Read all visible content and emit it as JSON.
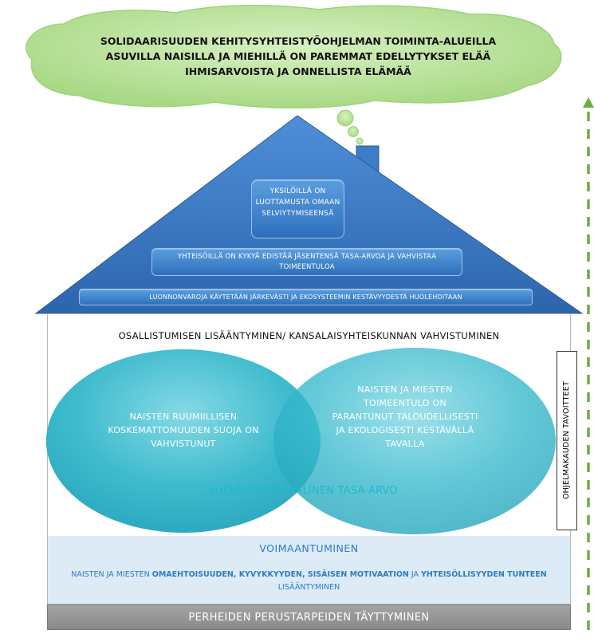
{
  "cloud": {
    "line1": "SOLIDAARISUUDEN KEHITYSYHTEISTYÖOHJELMAN TOIMINTA-ALUEILLA",
    "line2": "ASUVILLA NAISILLA JA MIEHILLÄ ON PAREMMAT EDELLYTYKSET ELÄÄ",
    "line3": "IHMISARVOISTA JA ONNELLISTA ELÄMÄÄ"
  },
  "roof": {
    "goal1": "YKSILÖILLÄ ON LUOTTAMUSTA OMAAN SELVIYTYMISEENSÄ",
    "goal2": "YHTEISÖILLÄ ON KYKYÄ EDISTÄÄ JÄSENTENSÄ TASA-ARVOA JA VAHVISTAA TOIMEENTULOA",
    "goal3": "LUONNONVAROJA KÄYTETÄÄN JÄRKEVÄSTI JA EKOSYSTEEMIN KESTÄVYYDESTÄ HUOLEHDITAAN"
  },
  "participation": "OSALLISTUMISEN LISÄÄNTYMINEN/ KANSALAISYHTEISKUNNAN VAHVISTUMINEN",
  "ellipses": {
    "left": "NAISTEN RUUMIILLISEN KOSKEMATTOMUUDEN SUOJA ON VAHVISTUNUT",
    "right": "NAISTEN JA MIESTEN TOIMEENTULO ON PARANTUNUT TALOUDELLISESTI JA EKOLOGISESTI KESTÄVÄLLÄ TAVALLA",
    "overlap": "SUKUPUOLTEN VÄLINEN TASA-ARVO"
  },
  "empowerment": {
    "title": "VOIMAANTUMINEN",
    "prefix": "NAISTEN JA MIESTEN ",
    "bold1": "OMAEHTOISUUDEN, KYVYKKYYDEN, SISÄISEN MOTIVAATION",
    "mid": " JA ",
    "bold2": "YHTEISÖLLISYYDEN TUNTEEN",
    "suffix": " LISÄÄNTYMINEN"
  },
  "foundation": "PERHEIDEN PERUSTARPEIDEN TÄYTTYMINEN",
  "side_label": "OHJELMAKAUDEN TAVOITTEET",
  "colors": {
    "cloud": "#bfe3a0",
    "roof": "#3d7cc9",
    "pill": "#3a82d2",
    "ellipse": "#2fb4cb",
    "empower_bg": "#dcebf6",
    "foundation": "#949494",
    "arrow": "#6bae3f"
  }
}
